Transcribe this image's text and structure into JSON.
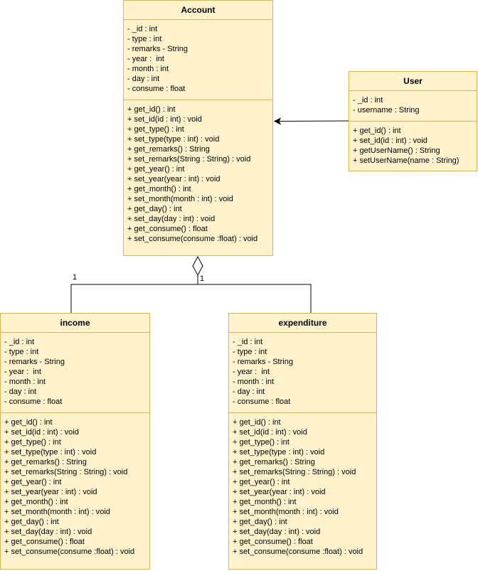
{
  "account": {
    "name": "Account",
    "attributes": [
      "- _id : int",
      "- type : int",
      "- remarks - String",
      "- year :  int",
      "- month : int",
      "- day : int",
      "- consume : float"
    ],
    "operations": [
      "+ get_id() : int",
      "+ set_id(id : int) : void",
      "+ get_type() : int",
      "+ set_type(type : int) : void",
      "+ get_remarks() : String",
      "+ set_remarks(String : String) : void",
      "+ get_year() : int",
      "+ set_year(year : int) : void",
      "+ get_month() : int",
      "+ set_month(month : int) : void",
      "+ get_day() : int",
      "+ set_day(day : int) : void",
      "+ get_consume() : float",
      "+ set_consume(consume :float) : void"
    ]
  },
  "user": {
    "name": "User",
    "attributes": [
      "- _id : int",
      "- username : String"
    ],
    "operations": [
      "+ get_id() : int",
      "+ set_id(id : int) : void",
      "+ getUserName() : String",
      "+ setUserName(name : String)"
    ]
  },
  "income": {
    "name": "income",
    "attributes": [
      "- _id : int",
      "- type : int",
      "- remarks - String",
      "- year :  int",
      "- month : int",
      "- day : int",
      "- consume : float"
    ],
    "operations": [
      "+ get_id() : int",
      "+ set_id(id : int) : void",
      "+ get_type() : int",
      "+ set_type(type : int) : void",
      "+ get_remarks() : String",
      "+ set_remarks(String : String) : void",
      "+ get_year() : int",
      "+ set_year(year : int) : void",
      "+ get_month() : int",
      "+ set_month(month : int) : void",
      "+ get_day() : int",
      "+ set_day(day : int) : void",
      "+ get_consume() : float",
      "+ set_consume(consume :float) : void"
    ]
  },
  "expenditure": {
    "name": "expenditure",
    "attributes": [
      "- _id : int",
      "- type : int",
      "- remarks - String",
      "- year :  int",
      "- month : int",
      "- day : int",
      "- consume : float"
    ],
    "operations": [
      "+ get_id() : int",
      "+ set_id(id : int) : void",
      "+ get_type() : int",
      "+ set_type(type : int) : void",
      "+ get_remarks() : String",
      "+ set_remarks(String : String) : void",
      "+ get_year() : int",
      "+ set_year(year : int) : void",
      "+ get_month() : int",
      "+ set_month(month : int) : void",
      "+ get_day() : int",
      "+ set_day(day : int) : void",
      "+ get_consume() : float",
      "+ set_consume(consume :float) : void"
    ]
  },
  "multiplicity": {
    "income_end": "1",
    "expenditure_end": "1"
  },
  "colors": {
    "class_fill": "#fff2cc",
    "class_border": "#d6b656",
    "connector": "#000000"
  }
}
